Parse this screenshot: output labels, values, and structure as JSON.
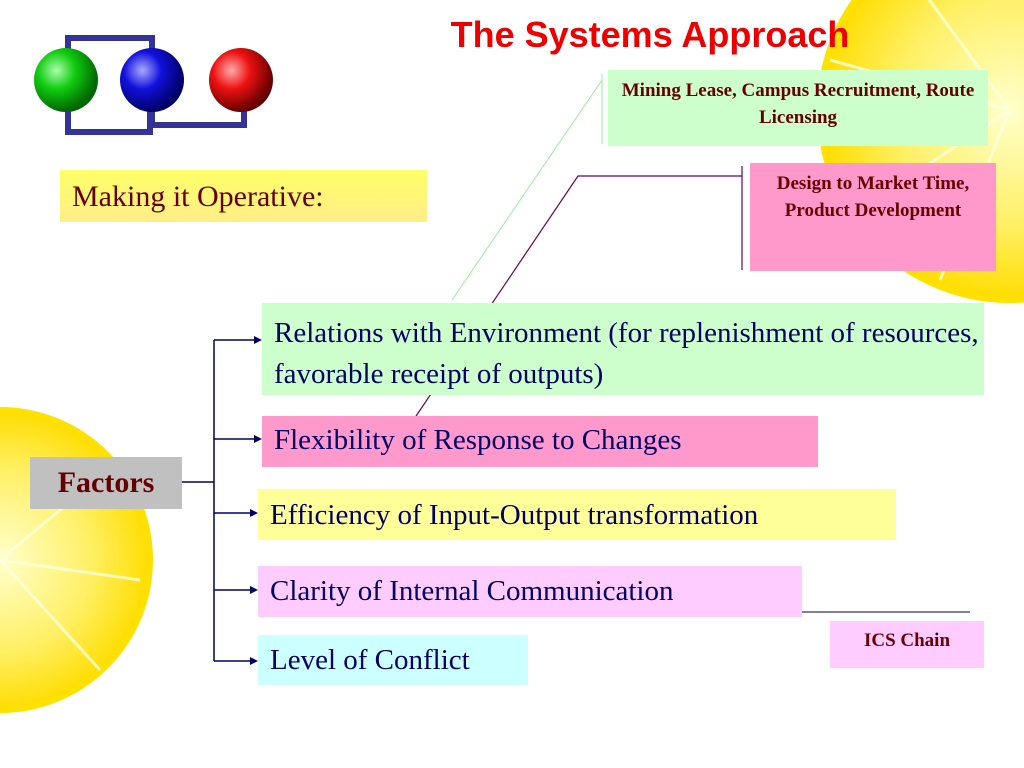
{
  "title": "The Systems Approach",
  "subtitle": "Making it Operative:",
  "root_label": "Factors",
  "factors": [
    "Relations with Environment (for replenishment of resources, favorable receipt of outputs)",
    "Flexibility of Response to Changes",
    "Efficiency of Input-Output transformation",
    "Clarity of Internal Communication",
    "Level of Conflict"
  ],
  "examples": {
    "relations": "Mining Lease, Campus Recruitment, Route Licensing",
    "flexibility": "Design to Market Time, Product Development",
    "communication": "ICS Chain"
  },
  "logo_balls": [
    "green-ball",
    "blue-ball",
    "red-ball"
  ],
  "colors": {
    "title": "#ee0000",
    "factor_text": "#000066",
    "example_text": "#660000",
    "box_relations": "#ccffcc",
    "box_flexibility": "#ff99cc",
    "box_efficiency": "#ffff99",
    "box_communication": "#ffccff",
    "box_conflict": "#ccffff",
    "box_factors": "#c0c0c0",
    "lemon": "#ffee33"
  }
}
